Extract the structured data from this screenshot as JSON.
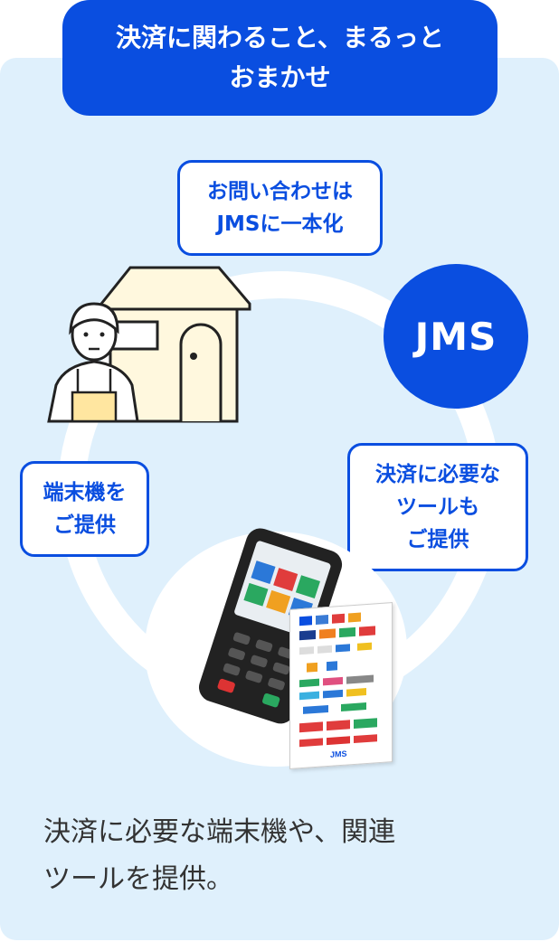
{
  "title": {
    "line1": "決済に関わること、まるっと",
    "line2": "おまかせ"
  },
  "bubbles": {
    "inquiry": {
      "line1": "お問い合わせは",
      "line2": "JMSに一本化"
    },
    "terminal": {
      "line1": "端末機を",
      "line2": "ご提供"
    },
    "tools": {
      "line1": "決済に必要な",
      "line2": "ツールも",
      "line3": "ご提供"
    }
  },
  "logo": {
    "text": "JMS"
  },
  "sticker": {
    "brand": "JMS"
  },
  "caption": {
    "line1": "決済に必要な端末機や、関連",
    "line2": "ツールを提供。"
  },
  "colors": {
    "accent": "#0a4ee0",
    "card": "#dff0fc"
  }
}
